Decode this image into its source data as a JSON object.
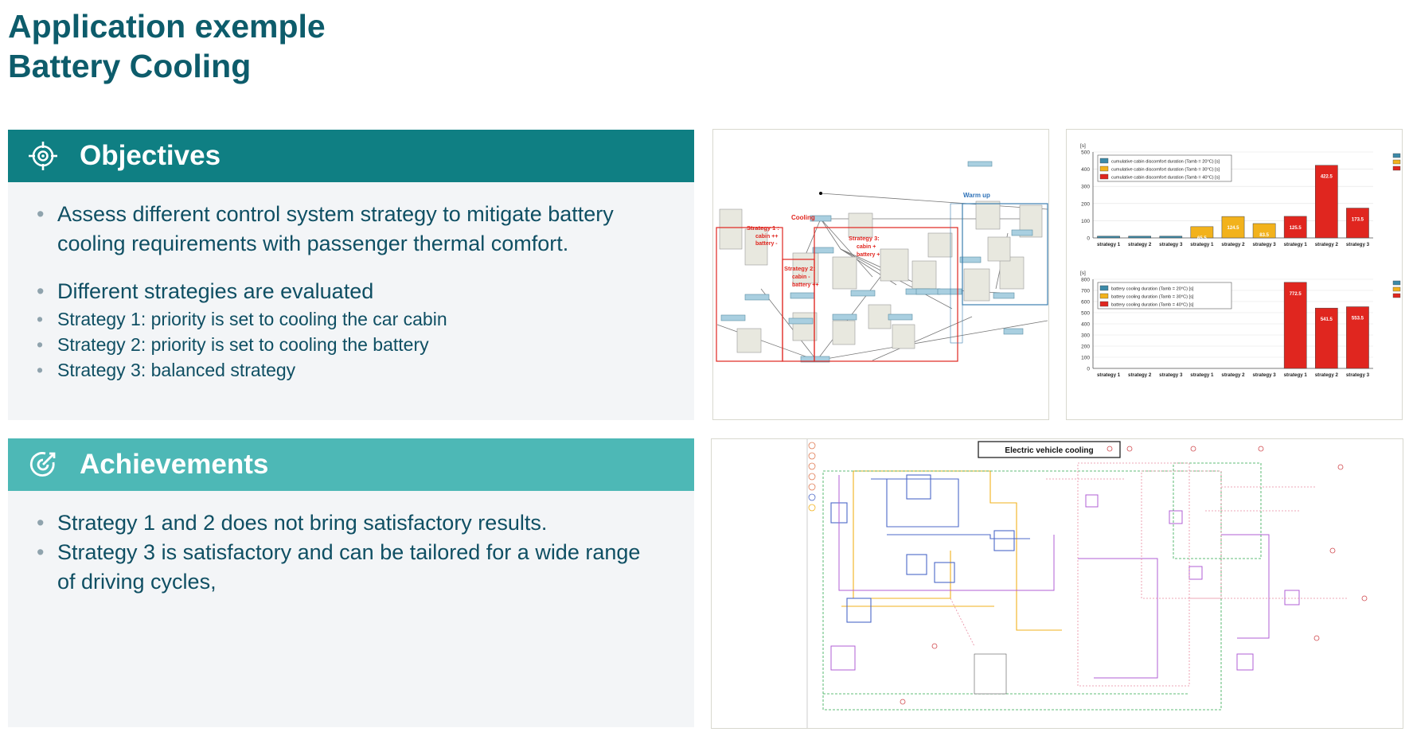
{
  "page": {
    "title_line1": "Application exemple",
    "title_line2": "Battery Cooling"
  },
  "objectives": {
    "heading": "Objectives",
    "icon": "target-icon",
    "bullets": [
      "Assess different control system strategy to mitigate battery cooling requirements with passenger thermal comfort.",
      "Different strategies are evaluated",
      "Strategy 1: priority is set to cooling the car cabin",
      "Strategy 2: priority is set to cooling the battery",
      "Strategy 3: balanced strategy"
    ]
  },
  "achievements": {
    "heading": "Achievements",
    "icon": "bullseye-check-icon",
    "bullets": [
      "Strategy 1 and 2 does not bring satisfactory results.",
      "Strategy 3 is satisfactory and can be tailored for a wide range of driving cycles,"
    ]
  },
  "control_diagram": {
    "labels": {
      "cooling": "Cooling",
      "warm_up": "Warm up",
      "s1_title": "Strategy 1 :",
      "s1_a": "cabin ++",
      "s1_b": "battery -",
      "s2_title": "Strategy 2:",
      "s2_a": "cabin -",
      "s2_b": "battery ++",
      "s3_title": "Strategy 3:",
      "s3_a": "cabin +",
      "s3_b": "battery +"
    }
  },
  "chart_data": [
    {
      "type": "bar",
      "ylabel": "[s]",
      "ylim": [
        0,
        500
      ],
      "yticks": [
        "500",
        "400",
        "300",
        "200",
        "100",
        "0"
      ],
      "categories": [
        "strategy 1",
        "strategy 2",
        "strategy 3",
        "strategy 1",
        "strategy 2",
        "strategy 3",
        "strategy 1",
        "strategy 2",
        "strategy 3"
      ],
      "series": [
        {
          "name": "cumulative cabin discomfort duration (Tamb = 20°C) [s]",
          "color": "#3c8aa8"
        },
        {
          "name": "cumulative cabin discomfort duration (Tamb = 30°C) [s]",
          "color": "#f2b21c"
        },
        {
          "name": "cumulative cabin discomfort duration (Tamb = 40°C) [s]",
          "color": "#e0261f"
        }
      ],
      "values": [
        10,
        10,
        10,
        65.5,
        124.5,
        83.5,
        125.5,
        422.5,
        173.5
      ],
      "series_index": [
        0,
        0,
        0,
        1,
        1,
        1,
        2,
        2,
        2
      ],
      "data_labels": [
        "",
        "",
        "",
        "65.5",
        "124.5",
        "83.5",
        "125.5",
        "422.5",
        "173.5"
      ],
      "legend": "top-left",
      "grid": true
    },
    {
      "type": "bar",
      "ylabel": "[s]",
      "ylim": [
        0,
        800
      ],
      "yticks": [
        "800",
        "700",
        "600",
        "500",
        "400",
        "300",
        "200",
        "100",
        "0"
      ],
      "categories": [
        "strategy 1",
        "strategy 2",
        "strategy 3",
        "strategy 1",
        "strategy 2",
        "strategy 3",
        "strategy 1",
        "strategy 2",
        "strategy 3"
      ],
      "series": [
        {
          "name": "battery cooling duration (Tamb = 20°C) [s]",
          "color": "#3c8aa8"
        },
        {
          "name": "battery cooling duration (Tamb = 30°C) [s]",
          "color": "#f2b21c"
        },
        {
          "name": "battery cooling duration (Tamb = 40°C) [s]",
          "color": "#e0261f"
        }
      ],
      "values": [
        0,
        0,
        0,
        0,
        0,
        0,
        772.5,
        541.5,
        553.5
      ],
      "series_index": [
        0,
        0,
        0,
        1,
        1,
        1,
        2,
        2,
        2
      ],
      "data_labels": [
        "",
        "",
        "",
        "",
        "",
        "",
        "772.5",
        "541.5",
        "553.5"
      ],
      "legend": "top-left",
      "grid": true
    }
  ],
  "cooling_diagram": {
    "title": "Electric vehicle cooling"
  },
  "colors": {
    "title": "#0d5c6b",
    "objectives_header": "#0f7f83",
    "achievements_header": "#4db8b6",
    "body_text": "#0f4f63",
    "panel_bg": "#f3f5f7"
  }
}
